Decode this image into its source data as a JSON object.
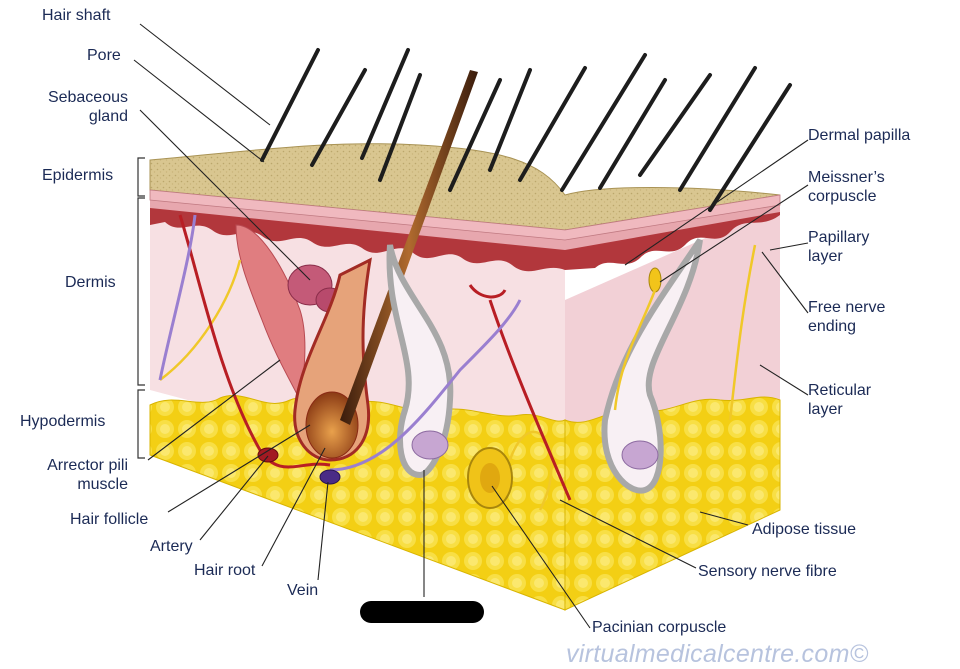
{
  "labels_left": {
    "hair_shaft": "Hair shaft",
    "pore": "Pore",
    "sebaceous_gland": [
      "Sebaceous",
      "gland"
    ],
    "epidermis": "Epidermis",
    "dermis": "Dermis",
    "hypodermis": "Hypodermis",
    "arrector_pili": [
      "Arrector pili",
      "muscle"
    ]
  },
  "labels_bottom": {
    "hair_follicle": "Hair follicle",
    "artery": "Artery",
    "hair_root": "Hair root",
    "vein": "Vein",
    "pacinian_corpuscle": "Pacinian corpuscle",
    "sensory_nerve_fibre": "Sensory nerve fibre",
    "adipose_tissue": "Adipose tissue"
  },
  "labels_right": {
    "dermal_papilla": "Dermal papilla",
    "meissners_corpuscle": [
      "Meissner’s",
      "corpuscle"
    ],
    "papillary_layer": [
      "Papillary",
      "layer"
    ],
    "free_nerve_ending": [
      "Free nerve",
      "ending"
    ],
    "reticular_layer": [
      "Reticular",
      "layer"
    ]
  },
  "watermark": "virtualmedicalcentre.com©",
  "colors": {
    "label_text": "#1b2a55",
    "epidermis_top": "#d8c48c",
    "dermis": "#f6dde0",
    "adipose": "#f4d21a",
    "hair": "#1d1d1d"
  }
}
